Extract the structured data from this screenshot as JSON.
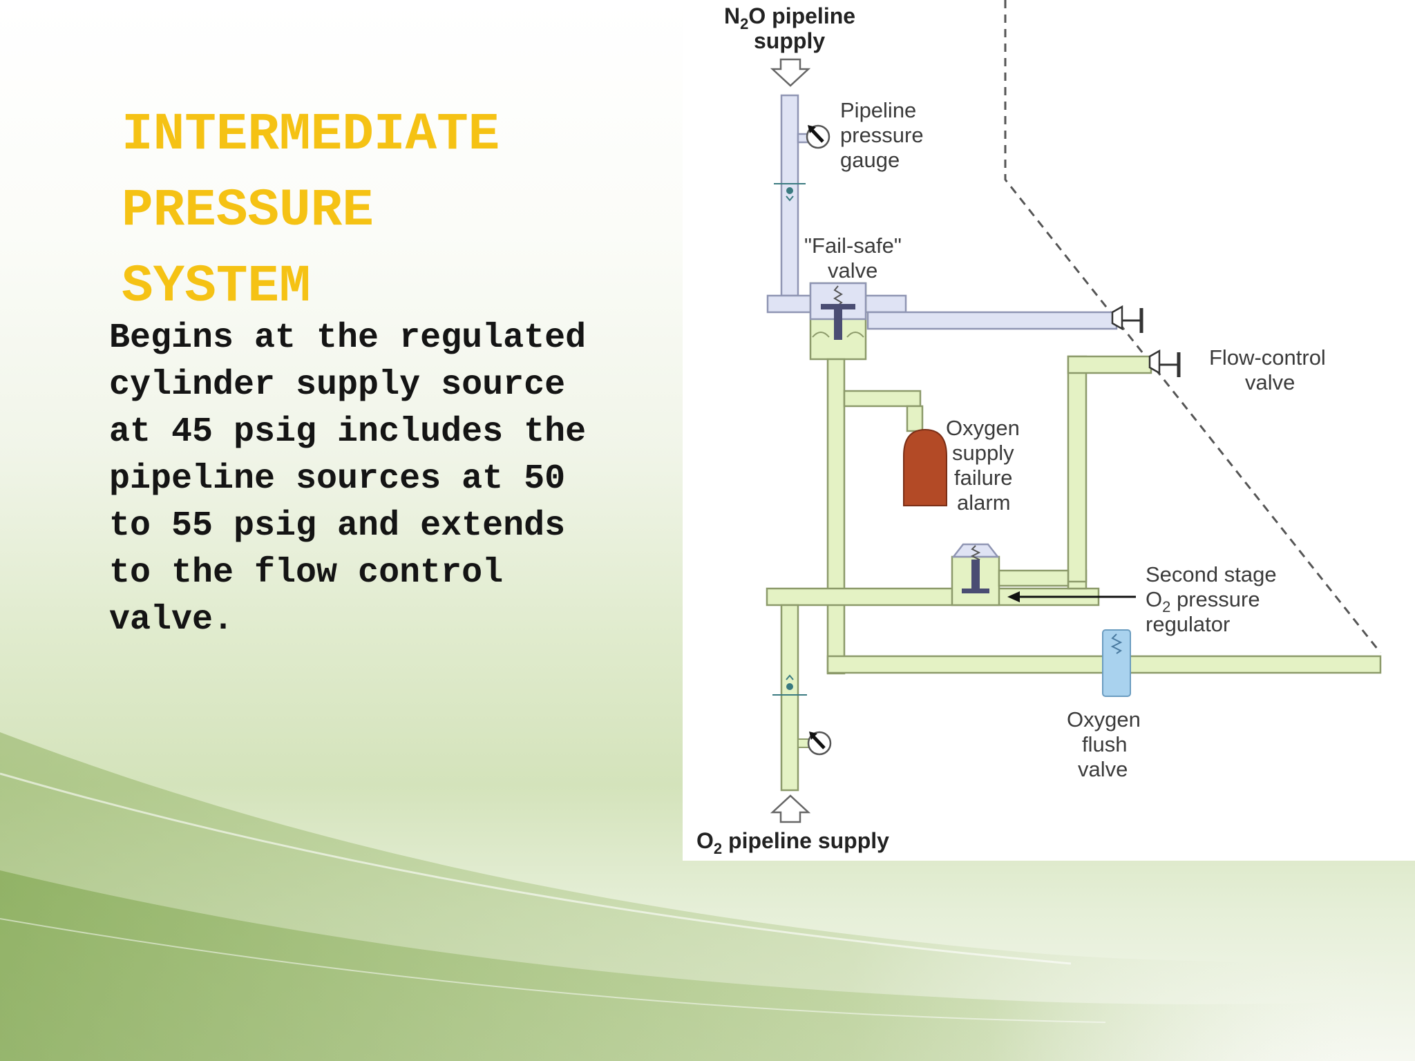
{
  "slide": {
    "title_lines": [
      "INTERMEDIATE",
      "PRESSURE",
      "SYSTEM"
    ],
    "body_lines": [
      "Begins at the regulated",
      "cylinder supply source",
      "at 45 psig includes the",
      "pipeline sources at 50",
      "to 55 psig and extends",
      "to the flow control",
      "valve."
    ]
  },
  "diagram": {
    "labels": {
      "n2o_supply_a": "N",
      "n2o_supply_sub": "2",
      "n2o_supply_b": "O pipeline",
      "n2o_supply_2": "supply",
      "gauge_1": "Pipeline",
      "gauge_2": "pressure",
      "gauge_3": "gauge",
      "failsafe_1": "\"Fail-safe\"",
      "failsafe_2": "valve",
      "flowctl_1": "Flow-control",
      "flowctl_2": "valve",
      "alarm_1": "Oxygen",
      "alarm_2": "supply",
      "alarm_3": "failure",
      "alarm_4": "alarm",
      "regulator_1": "Second stage",
      "regulator_2a": "O",
      "regulator_2sub": "2",
      "regulator_2b": " pressure",
      "regulator_3": "regulator",
      "flush_1": "Oxygen",
      "flush_2": "flush",
      "flush_3": "valve",
      "o2_supply_a": "O",
      "o2_supply_sub": "2",
      "o2_supply_b": " pipeline supply"
    },
    "colors": {
      "n2o_pipe": "#dfe3f4",
      "o2_pipe": "#e4f2c4",
      "pipe_outline": "#8c9a6a",
      "alarm": "#b34a26",
      "flush_valve": "#a9d2ee",
      "valve_stem": "#4a4d73"
    }
  }
}
